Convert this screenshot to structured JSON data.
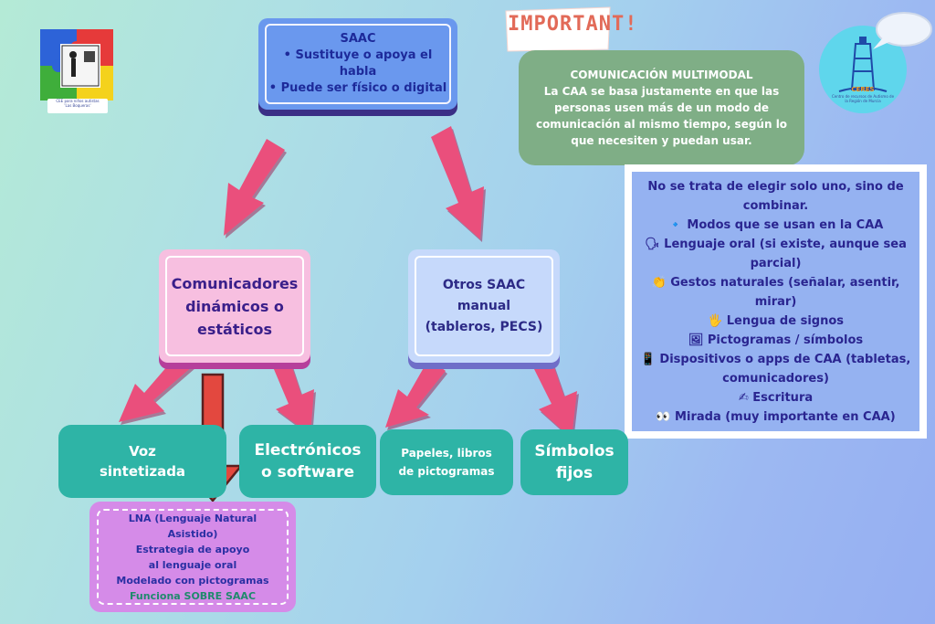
{
  "logos": {
    "left_caption_1": "CEE para niños autistas",
    "left_caption_2": "'Las Boqueras'",
    "right_name": "CERES",
    "right_caption": "Centro de recursos de Autismo de la Región de Murcia"
  },
  "important": {
    "label": "IMPORTANT!"
  },
  "saac": {
    "title": "SAAC",
    "line1": "• Sustituye o apoya el habla",
    "line2": "• Puede ser físico o digital"
  },
  "multimodal": {
    "title": "COMUNICACIÓN MULTIMODAL",
    "lines": [
      "La CAA se basa justamente en que las",
      "personas usen más de un modo de",
      "comunicación al mismo tiempo, según lo",
      "que necesiten y puedan usar."
    ]
  },
  "modes": {
    "lines": [
      "No se trata de elegir solo uno, sino de",
      "combinar.",
      "🔹 Modos que se usan en la CAA",
      "🗣 Lenguaje oral (si existe, aunque sea",
      "parcial)",
      "👏 Gestos naturales (señalar, asentir,",
      "mirar)",
      "🖐 Lengua de signos",
      "🖼 Pictogramas / símbolos",
      "📱 Dispositivos o apps de CAA (tabletas,",
      "comunicadores)",
      "✍ Escritura",
      "👀 Mirada (muy importante en CAA)"
    ]
  },
  "communicators": {
    "line1": "Comunicadores",
    "line2": "dinámicos o",
    "line3": "estáticos"
  },
  "other_saac": {
    "line1": "Otros SAAC",
    "line2": "manual",
    "line3": "(tableros, PECS)"
  },
  "leaves": {
    "voz_1": "Voz",
    "voz_2": "sintetizada",
    "elec_1": "Electrónicos",
    "elec_2": "o  software",
    "papeles_1": "Papeles, libros",
    "papeles_2": "de pictogramas",
    "simbolos_1": "Símbolos",
    "simbolos_2": "fijos"
  },
  "lna": {
    "line1": "LNA  (Lenguaje Natural",
    "line2": "Asistido)",
    "line3": "Estrategia de apoyo",
    "line4": "al lenguaje oral",
    "line5": "Modelado con pictogramas",
    "line6": "Funciona SOBRE SAAC"
  },
  "colors": {
    "arrow_pink": "#ea4f7c",
    "arrow_red": "#e3483f",
    "teal": "#2eb4a6",
    "saac_blue": "#6a98ee",
    "multimodal_green": "#7fae86",
    "modes_blue": "#95b2f1",
    "lna_purple": "#d58be8"
  }
}
